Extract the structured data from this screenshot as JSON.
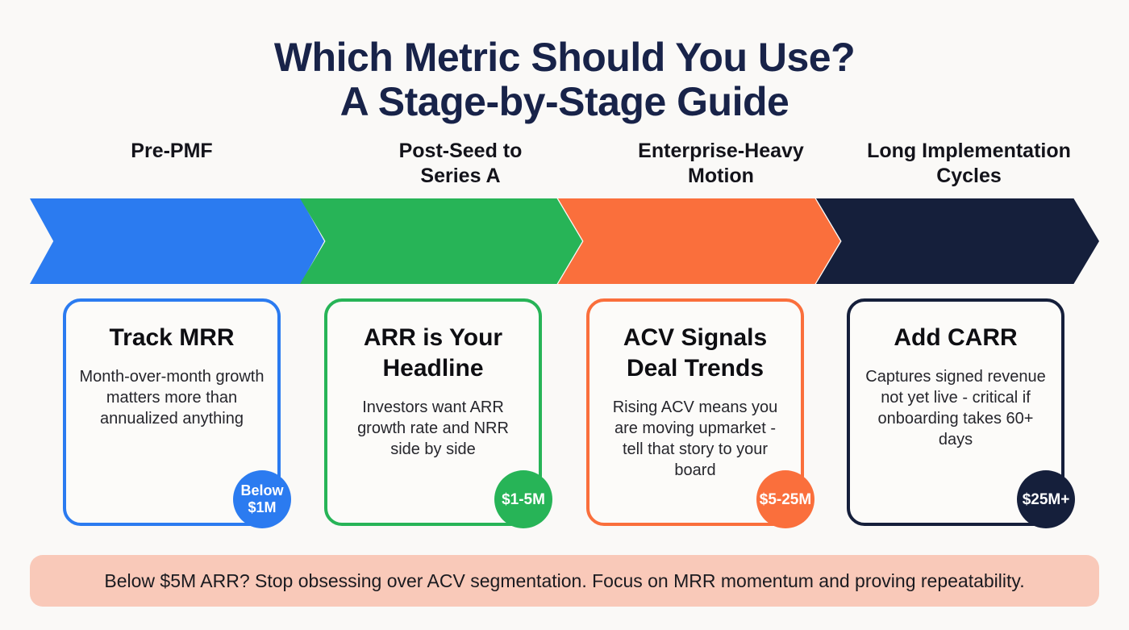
{
  "background_color": "#faf9f7",
  "title": {
    "line1": "Which Metric Should You Use?",
    "line2": "A Stage-by-Stage Guide",
    "color": "#182349"
  },
  "stages": [
    {
      "label_line1": "Pre-PMF",
      "label_line2": "",
      "color": "#2b7bf0"
    },
    {
      "label_line1": "Post-Seed to",
      "label_line2": "Series A",
      "color": "#27b457"
    },
    {
      "label_line1": "Enterprise-Heavy",
      "label_line2": "Motion",
      "color": "#fa6f3c"
    },
    {
      "label_line1": "Long Implementation",
      "label_line2": "Cycles",
      "color": "#151f3b"
    }
  ],
  "cards": [
    {
      "title_line1": "Track MRR",
      "title_line2": "",
      "body": "Month-over-month growth matters more than annualized anything",
      "badge_line1": "Below",
      "badge_line2": "$1M",
      "color": "#2b7bf0"
    },
    {
      "title_line1": "ARR is Your",
      "title_line2": "Headline",
      "body": "Investors want ARR growth rate and NRR side by side",
      "badge_line1": "$1-5M",
      "badge_line2": "",
      "color": "#27b457"
    },
    {
      "title_line1": "ACV Signals",
      "title_line2": "Deal Trends",
      "body": "Rising ACV means you are moving upmarket - tell that story to your board",
      "badge_line1": "$5-25M",
      "badge_line2": "",
      "color": "#fa6f3c"
    },
    {
      "title_line1": "Add CARR",
      "title_line2": "",
      "body": "Captures signed revenue not yet live - critical if onboarding takes 60+ days",
      "badge_line1": "$25M+",
      "badge_line2": "",
      "color": "#151f3b"
    }
  ],
  "banner": {
    "text": "Below $5M ARR? Stop obsessing over ACV segmentation. Focus on MRR momentum and proving repeatability.",
    "background_color": "#f9c9b9",
    "text_color": "#1a1a1f"
  }
}
